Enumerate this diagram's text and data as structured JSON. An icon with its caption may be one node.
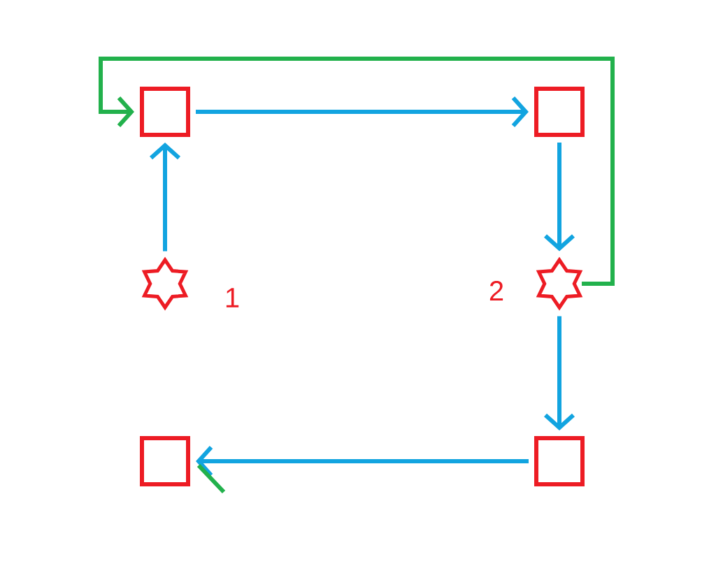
{
  "diagram": {
    "nodes": [
      {
        "text": [],
        "shape": "box"
      },
      {
        "text": [],
        "shape": "box"
      },
      {
        "text": [],
        "shape": "star",
        "beside": [
          "1"
        ]
      },
      {
        "text": [],
        "shape": "star",
        "beside": [
          "2"
        ]
      },
      {
        "text": [],
        "shape": "box"
      },
      {
        "text": [],
        "shape": "box"
      }
    ],
    "edges": [
      {
        "from": 2,
        "to": 0,
        "arrow": "to"
      },
      {
        "from": 0,
        "to": 1,
        "arrow": "to"
      },
      {
        "from": 1,
        "to": 3,
        "arrow": "to"
      },
      {
        "from": 3,
        "to": 5,
        "arrow": "to"
      },
      {
        "from": 5,
        "to": 4,
        "arrow": "to"
      },
      {
        "from": 3,
        "to": 0,
        "arrow": "to",
        "color": "#22b14c"
      }
    ]
  }
}
